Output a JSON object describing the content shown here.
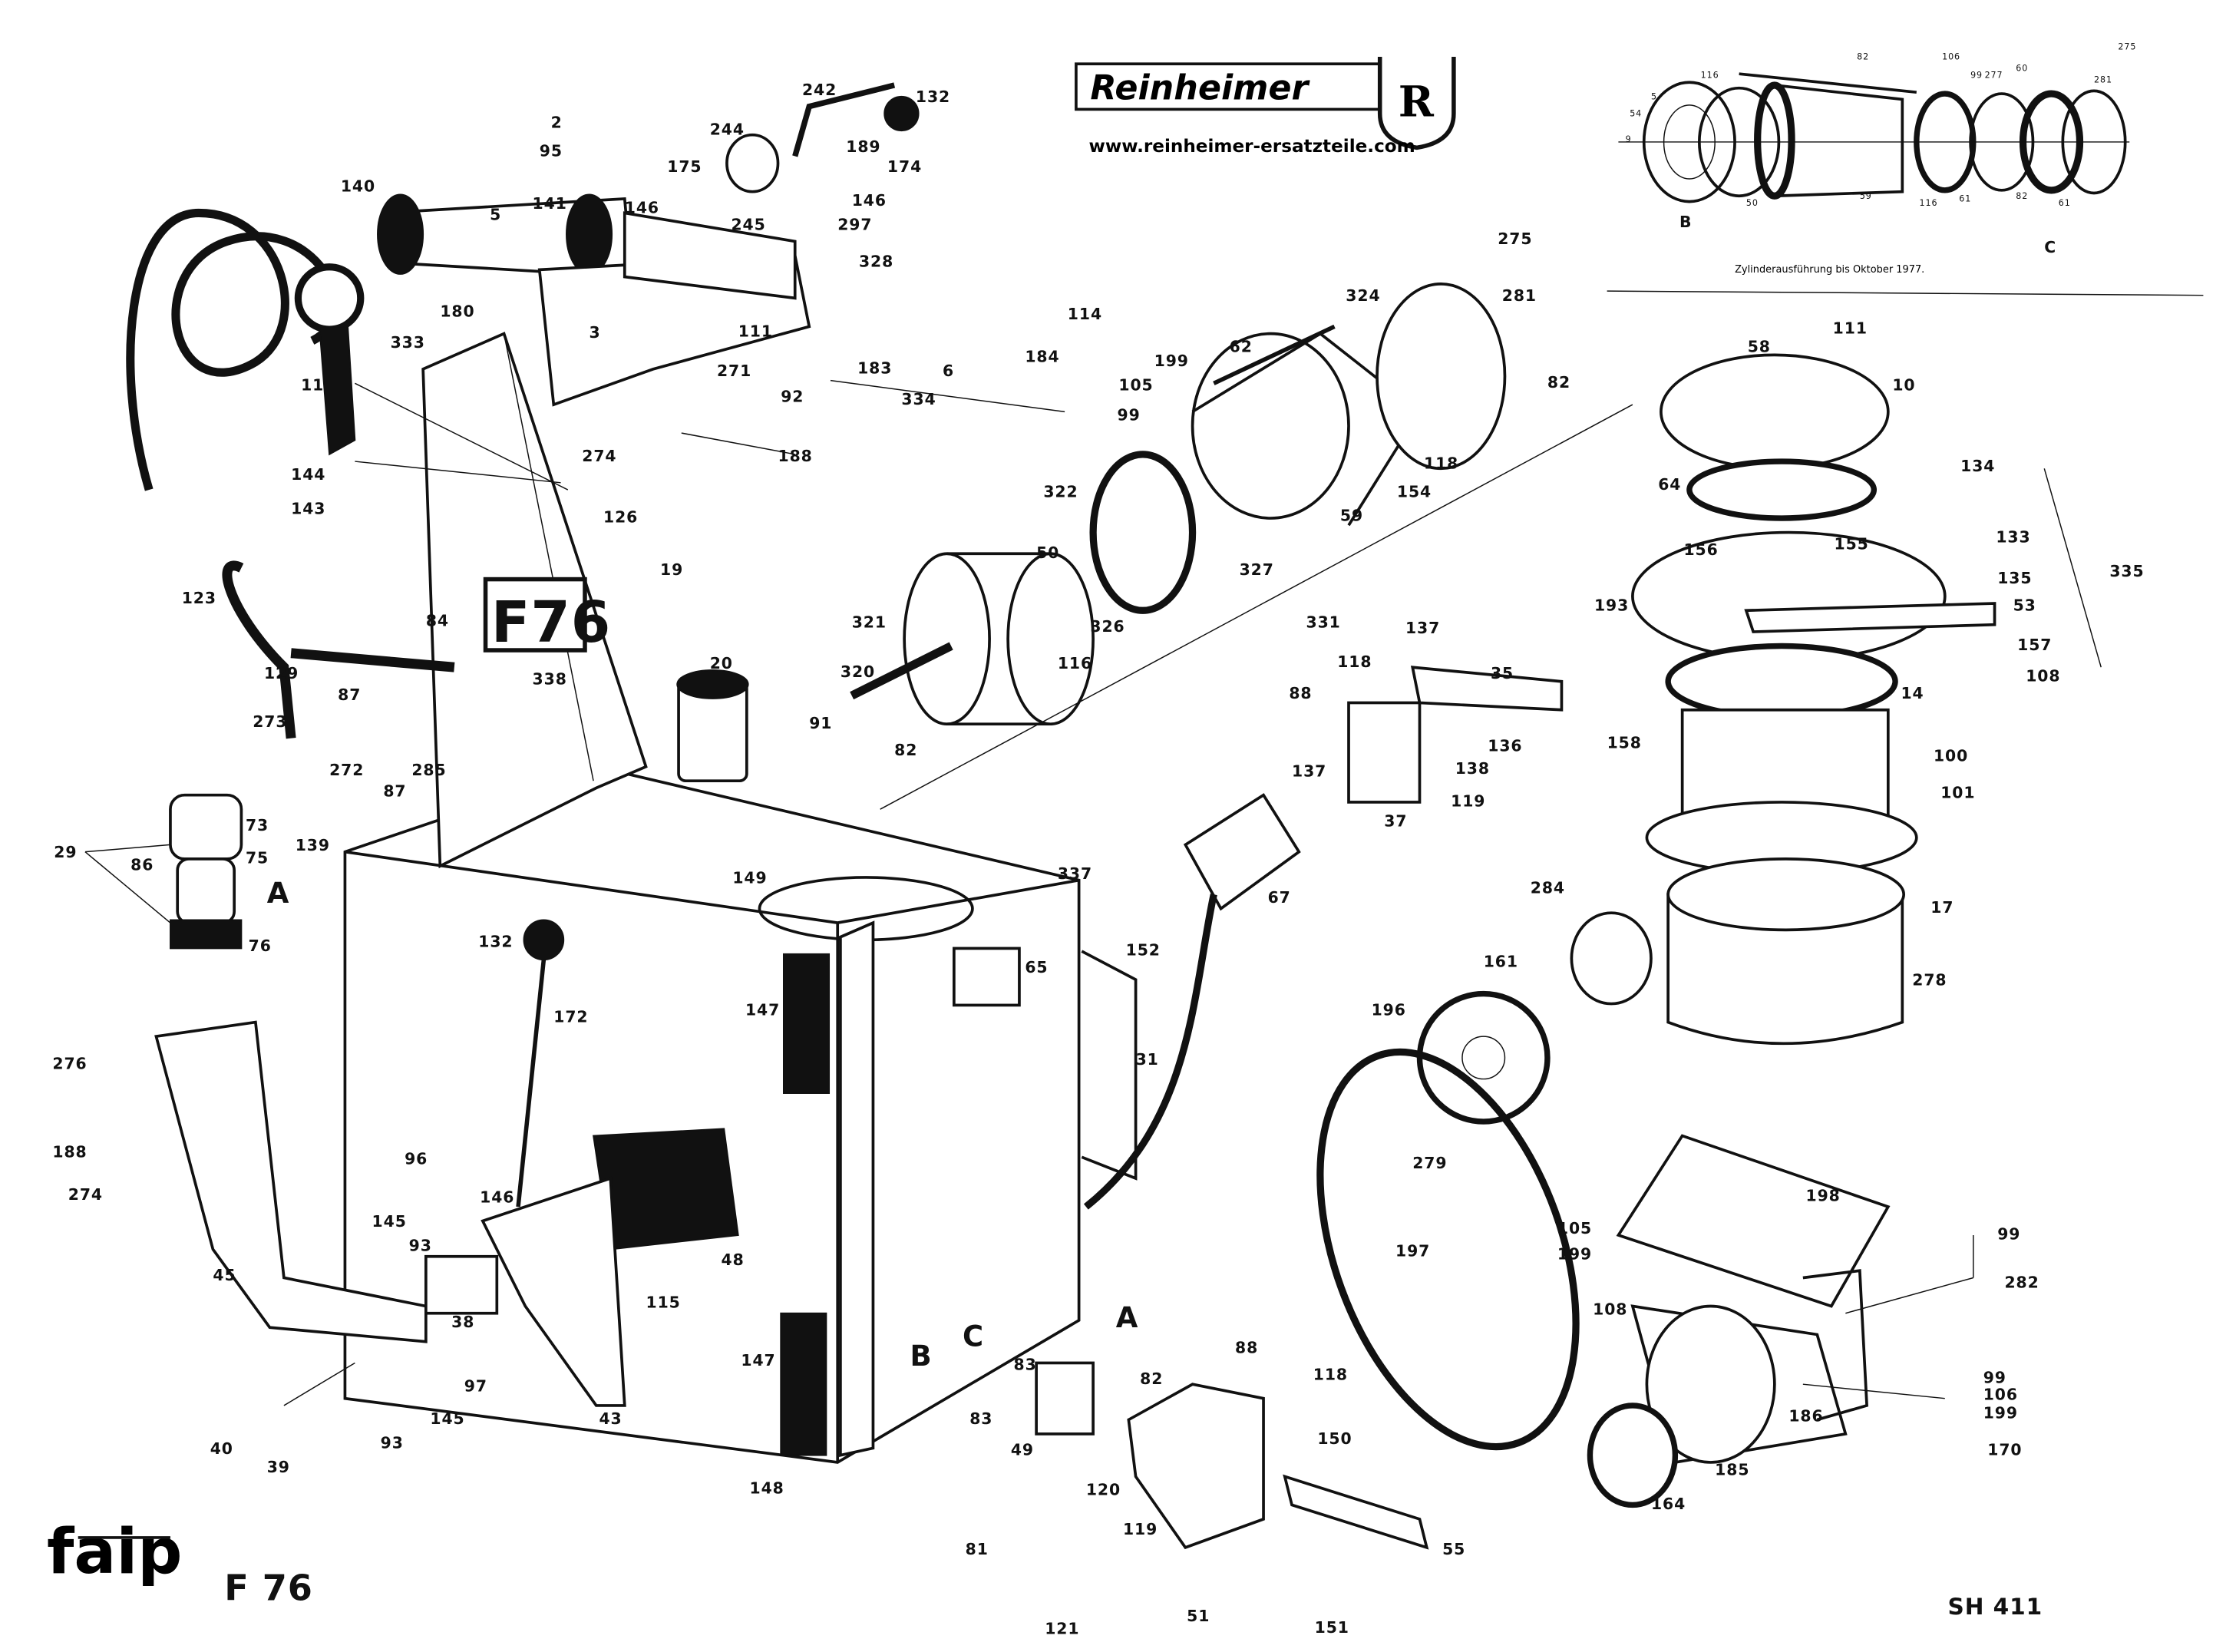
{
  "header": {
    "brand": "Reinheimer",
    "brand_emblem": "R",
    "website": "www.reinheimer-ersatzteile.com"
  },
  "inset": {
    "caption": "Zylinderausführung bis Oktober 1977.",
    "labels": [
      "116",
      "82",
      "106",
      "99",
      "54",
      "5",
      "9",
      "277",
      "60",
      "275",
      "281",
      "59",
      "50",
      "116",
      "61",
      "61",
      "82",
      "B",
      "C"
    ]
  },
  "footer": {
    "logo": "faip",
    "model": "F 76",
    "sheet": "SH 411"
  },
  "machine_badge": "F76",
  "part_labels": [
    "2",
    "95",
    "140",
    "5",
    "141",
    "146",
    "175",
    "244",
    "242",
    "132",
    "189",
    "174",
    "146",
    "245",
    "297",
    "328",
    "180",
    "3",
    "111",
    "114",
    "184",
    "183",
    "6",
    "334",
    "271",
    "92",
    "274",
    "188",
    "333",
    "11",
    "144",
    "143",
    "126",
    "19",
    "123",
    "84",
    "129",
    "87",
    "273",
    "272",
    "285",
    "87",
    "139",
    "338",
    "20",
    "29",
    "86",
    "73",
    "75",
    "A",
    "76",
    "149",
    "337",
    "132",
    "172",
    "65",
    "147",
    "152",
    "31",
    "276",
    "188",
    "274",
    "96",
    "145",
    "93",
    "146",
    "45",
    "38",
    "48",
    "115",
    "97",
    "147",
    "B",
    "C",
    "83",
    "83",
    "49",
    "A",
    "82",
    "88",
    "118",
    "40",
    "39",
    "93",
    "145",
    "43",
    "148",
    "81",
    "120",
    "119",
    "121",
    "51",
    "150",
    "55",
    "151",
    "62",
    "199",
    "105",
    "99",
    "324",
    "275",
    "281",
    "82",
    "118",
    "154",
    "59",
    "322",
    "327",
    "50",
    "326",
    "321",
    "116",
    "320",
    "91",
    "82",
    "331",
    "137",
    "35",
    "118",
    "88",
    "136",
    "138",
    "137",
    "119",
    "37",
    "67",
    "58",
    "111",
    "10",
    "134",
    "64",
    "156",
    "155",
    "133",
    "135",
    "335",
    "193",
    "53",
    "157",
    "108",
    "14",
    "158",
    "100",
    "101",
    "284",
    "17",
    "161",
    "196",
    "278",
    "279",
    "197",
    "198",
    "105",
    "199",
    "108",
    "99",
    "282",
    "99",
    "106",
    "199",
    "186",
    "170",
    "185",
    "164"
  ]
}
